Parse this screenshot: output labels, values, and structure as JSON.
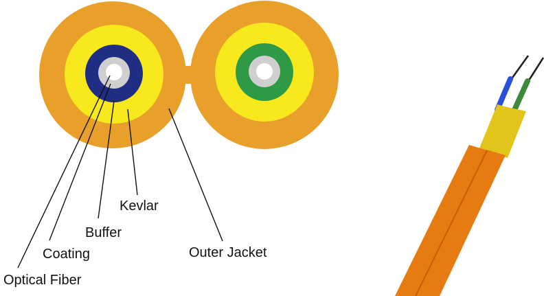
{
  "labels": {
    "optical_fiber": "Optical Fiber",
    "coating": "Coating",
    "buffer": "Buffer",
    "kevlar": "Kevlar",
    "outer_jacket": "Outer Jacket"
  },
  "colors": {
    "jacket": "#E8A02A",
    "kevlar": "#F8E81E",
    "buffer_left": "#1F2D82",
    "buffer_right": "#2E9A45",
    "coating": "#CFCFCF",
    "fiber": "#FFFFFF",
    "cable_jacket": "#E67B12",
    "cable_jacket_dark": "#C45F08",
    "cable_kevlar": "#E2C51A",
    "fiber_blue": "#2A4FD8",
    "fiber_green": "#3E8A3A",
    "bare_fiber": "#222222"
  }
}
